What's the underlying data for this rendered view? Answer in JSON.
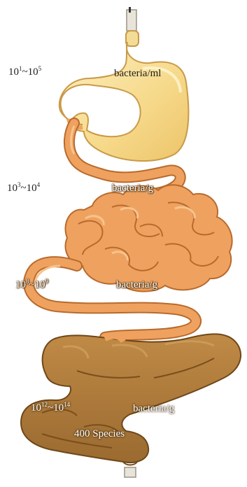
{
  "labels": {
    "stomach": {
      "range_base": "10",
      "range_exp_low": "1",
      "range_sep": "~",
      "range_base2": "10",
      "range_exp_high": "5",
      "unit": "bacteria/ml"
    },
    "duodenum": {
      "range_base": "10",
      "range_exp_low": "3",
      "range_sep": "~",
      "range_base2": "10",
      "range_exp_high": "4",
      "unit": "bacteria/g"
    },
    "ileum": {
      "range_base": "10",
      "range_exp_low": "8",
      "range_sep": "~",
      "range_base2": "10",
      "range_exp_high": "9",
      "unit": "bacteria/g"
    },
    "colon": {
      "range_base": "10",
      "range_exp_low": "12",
      "range_sep": "~",
      "range_base2": "10",
      "range_exp_high": "14",
      "unit": "bacteria/g",
      "species": "400 Species"
    }
  },
  "colors": {
    "stomach": "#f6d98a",
    "stomach_light": "#fbe9b0",
    "small_intestine": "#efa260",
    "small_intestine_light": "#f7c48c",
    "small_intestine_edge": "#b86a2c",
    "colon": "#b47e3e",
    "colon_dark": "#8a5a24",
    "colon_light": "#cc9a58"
  }
}
